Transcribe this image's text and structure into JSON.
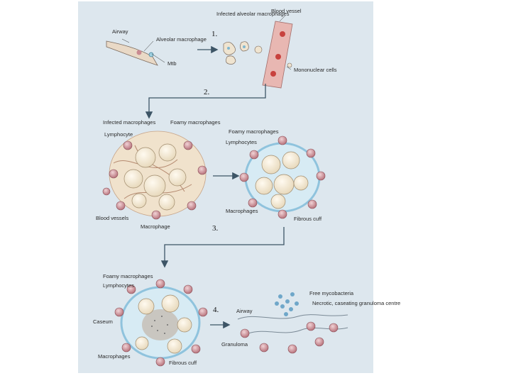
{
  "steps": [
    "1.",
    "2.",
    "3.",
    "4."
  ],
  "panel1": {
    "airway": "Airway",
    "alveolar_macrophage": "Alveolar macrophage",
    "mtb": "Mtb",
    "infected_alveolar_macrophages": "Infected alveolar macrophages",
    "blood_vessel": "Blood vessel",
    "mononuclear_cells": "Mononuclear cells"
  },
  "panel2": {
    "infected_macrophages": "Infected macrophages",
    "foamy_macrophages": "Foamy macrophages",
    "lymphocyte": "Lymphocyte",
    "blood_vessels": "Blood vessels",
    "macrophage": "Macrophage"
  },
  "panel3": {
    "foamy_macrophages": "Foamy macrophages",
    "lymphocytes": "Lymphocytes",
    "macrophages": "Macrophages",
    "fibrous_cuff": "Fibrous cuff"
  },
  "panel4": {
    "foamy_macrophages": "Foamy macrophages",
    "lymphocytes": "Lymphocytes",
    "caseum": "Caseum",
    "macrophages": "Macrophages",
    "fibrous_cuff": "Fibrous cuff",
    "airway": "Airway",
    "free_mycobacteria": "Free mycobacteria",
    "necrotic_centre": "Necrotic, caseating granuloma centre",
    "granuloma": "Granuloma"
  },
  "colors": {
    "background_panel": "#dde7ee",
    "arrow": "#3d5566",
    "lymphocyte": "#c98a92",
    "foamy": "#f3ead6",
    "fibrous": "#8fc3dd",
    "vessel": "#e8b7b2"
  }
}
